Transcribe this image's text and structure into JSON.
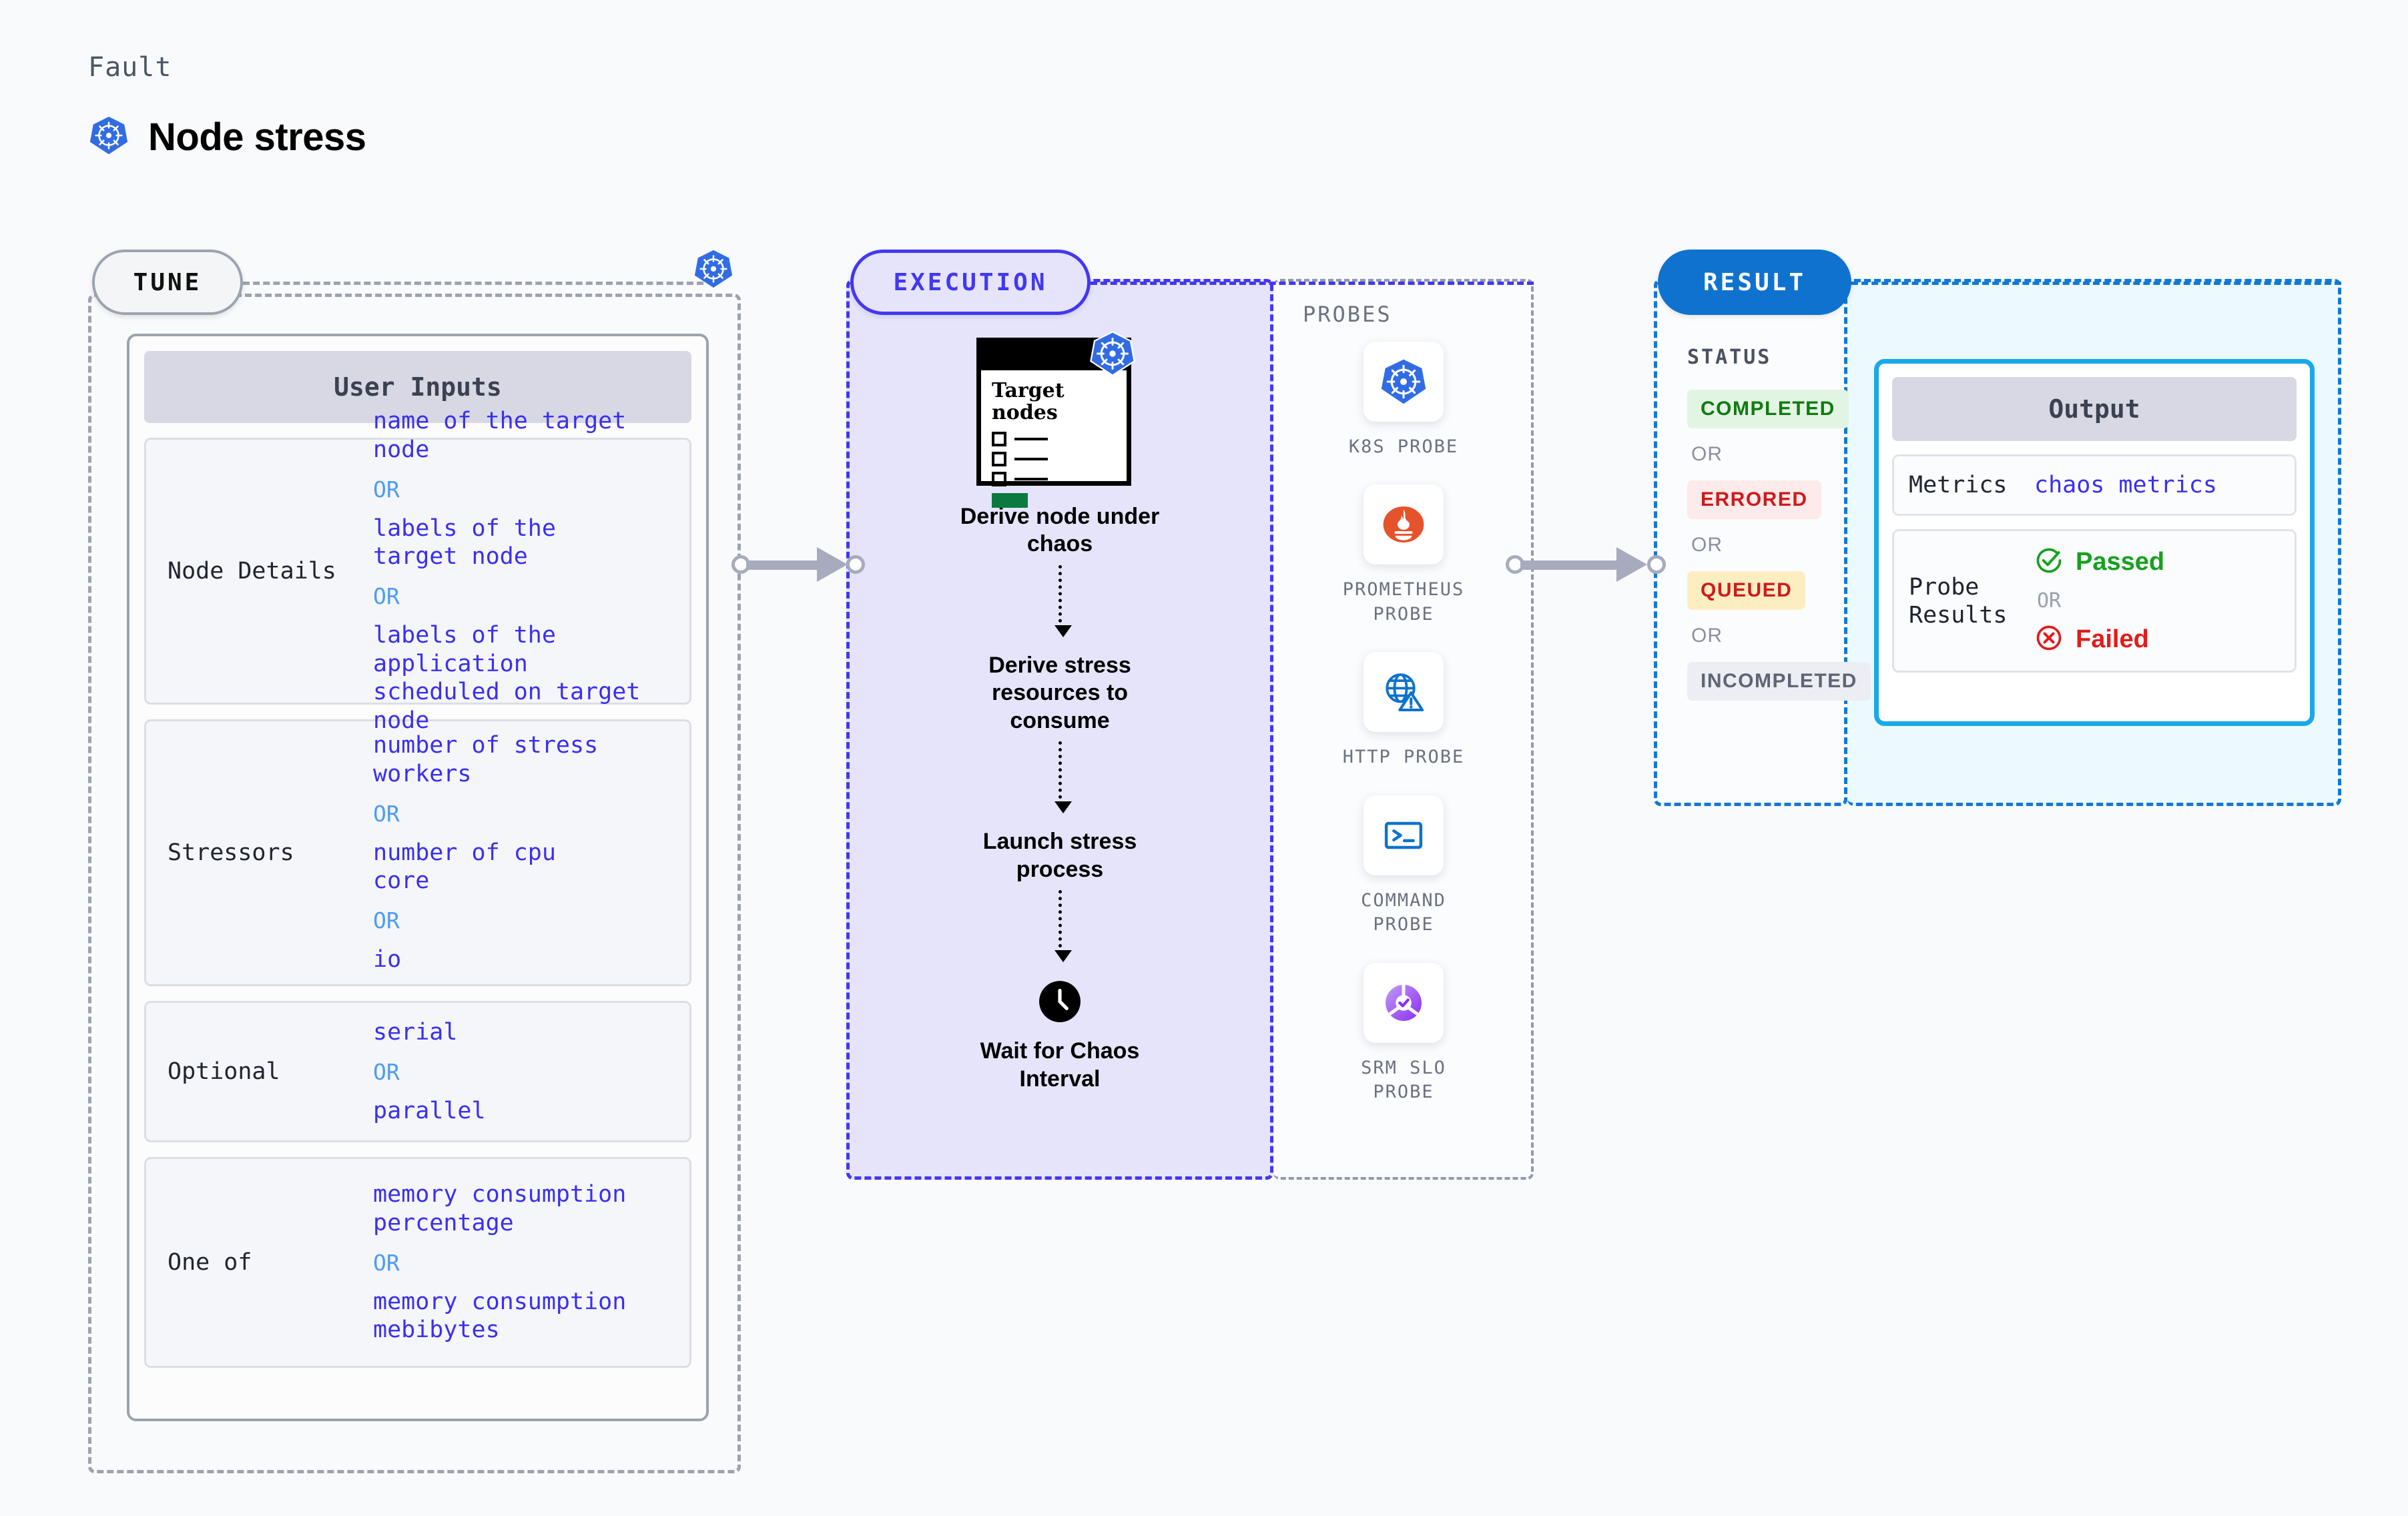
{
  "header": {
    "eyebrow": "Fault",
    "title": "Node stress",
    "icon": "kubernetes-icon"
  },
  "tune": {
    "tag": "TUNE",
    "badge_icon": "kubernetes-icon",
    "card_title": "User Inputs",
    "groups": [
      {
        "label": "Node Details",
        "values": [
          "name of the target\nnode",
          "labels of the\ntarget node",
          "labels of the application\n scheduled on target node"
        ],
        "separator": "OR"
      },
      {
        "label": "Stressors",
        "values": [
          "number of stress\nworkers",
          "number of cpu\ncore",
          "io"
        ],
        "separator": "OR"
      },
      {
        "label": "Optional",
        "values": [
          "serial",
          "parallel"
        ],
        "separator": "OR"
      },
      {
        "label": "One of",
        "values": [
          "memory consumption\npercentage",
          "memory consumption\nmebibytes"
        ],
        "separator": "OR"
      }
    ]
  },
  "execution": {
    "tag": "EXECUTION",
    "card": {
      "title": "Target\nnodes",
      "badge_icon": "kubernetes-icon",
      "checkbox_count": 3
    },
    "steps": [
      "Derive node under\nchaos",
      "Derive stress\nresources to\nconsume",
      "Launch stress\nprocess",
      "Wait for Chaos\nInterval"
    ],
    "clock_icon": "clock-icon"
  },
  "probes": {
    "title": "PROBES",
    "items": [
      {
        "label": "K8S PROBE",
        "icon": "kubernetes-icon"
      },
      {
        "label": "PROMETHEUS\nPROBE",
        "icon": "prometheus-icon"
      },
      {
        "label": "HTTP PROBE",
        "icon": "globe-warning-icon"
      },
      {
        "label": "COMMAND\nPROBE",
        "icon": "terminal-icon"
      },
      {
        "label": "SRM SLO\nPROBE",
        "icon": "srm-slo-icon"
      }
    ]
  },
  "result": {
    "tag": "RESULT",
    "status_title": "STATUS",
    "separator": "OR",
    "statuses": [
      {
        "label": "COMPLETED",
        "bg": "#e2f5e2",
        "fg": "#127a12"
      },
      {
        "label": "ERRORED",
        "bg": "#fdeaea",
        "fg": "#cd1b1b"
      },
      {
        "label": "QUEUED",
        "bg": "#fdeec2",
        "fg": "#cd1b1b"
      },
      {
        "label": "INCOMPLETED",
        "bg": "#eceef3",
        "fg": "#5f6575"
      }
    ]
  },
  "output": {
    "title": "Output",
    "metrics_label": "Metrics",
    "metrics_value": "chaos metrics",
    "probe_results_label": "Probe\nResults",
    "passed_label": "Passed",
    "failed_label": "Failed",
    "separator": "OR",
    "pass_icon": "check-circle-icon",
    "fail_icon": "x-circle-icon"
  },
  "colors": {
    "brand_blue": "#1378d4",
    "exec_purple": "#4338f0",
    "k8s_blue": "#326ce5",
    "accent_cyan": "#19a9e8",
    "value_blue": "#3a2ff0"
  }
}
